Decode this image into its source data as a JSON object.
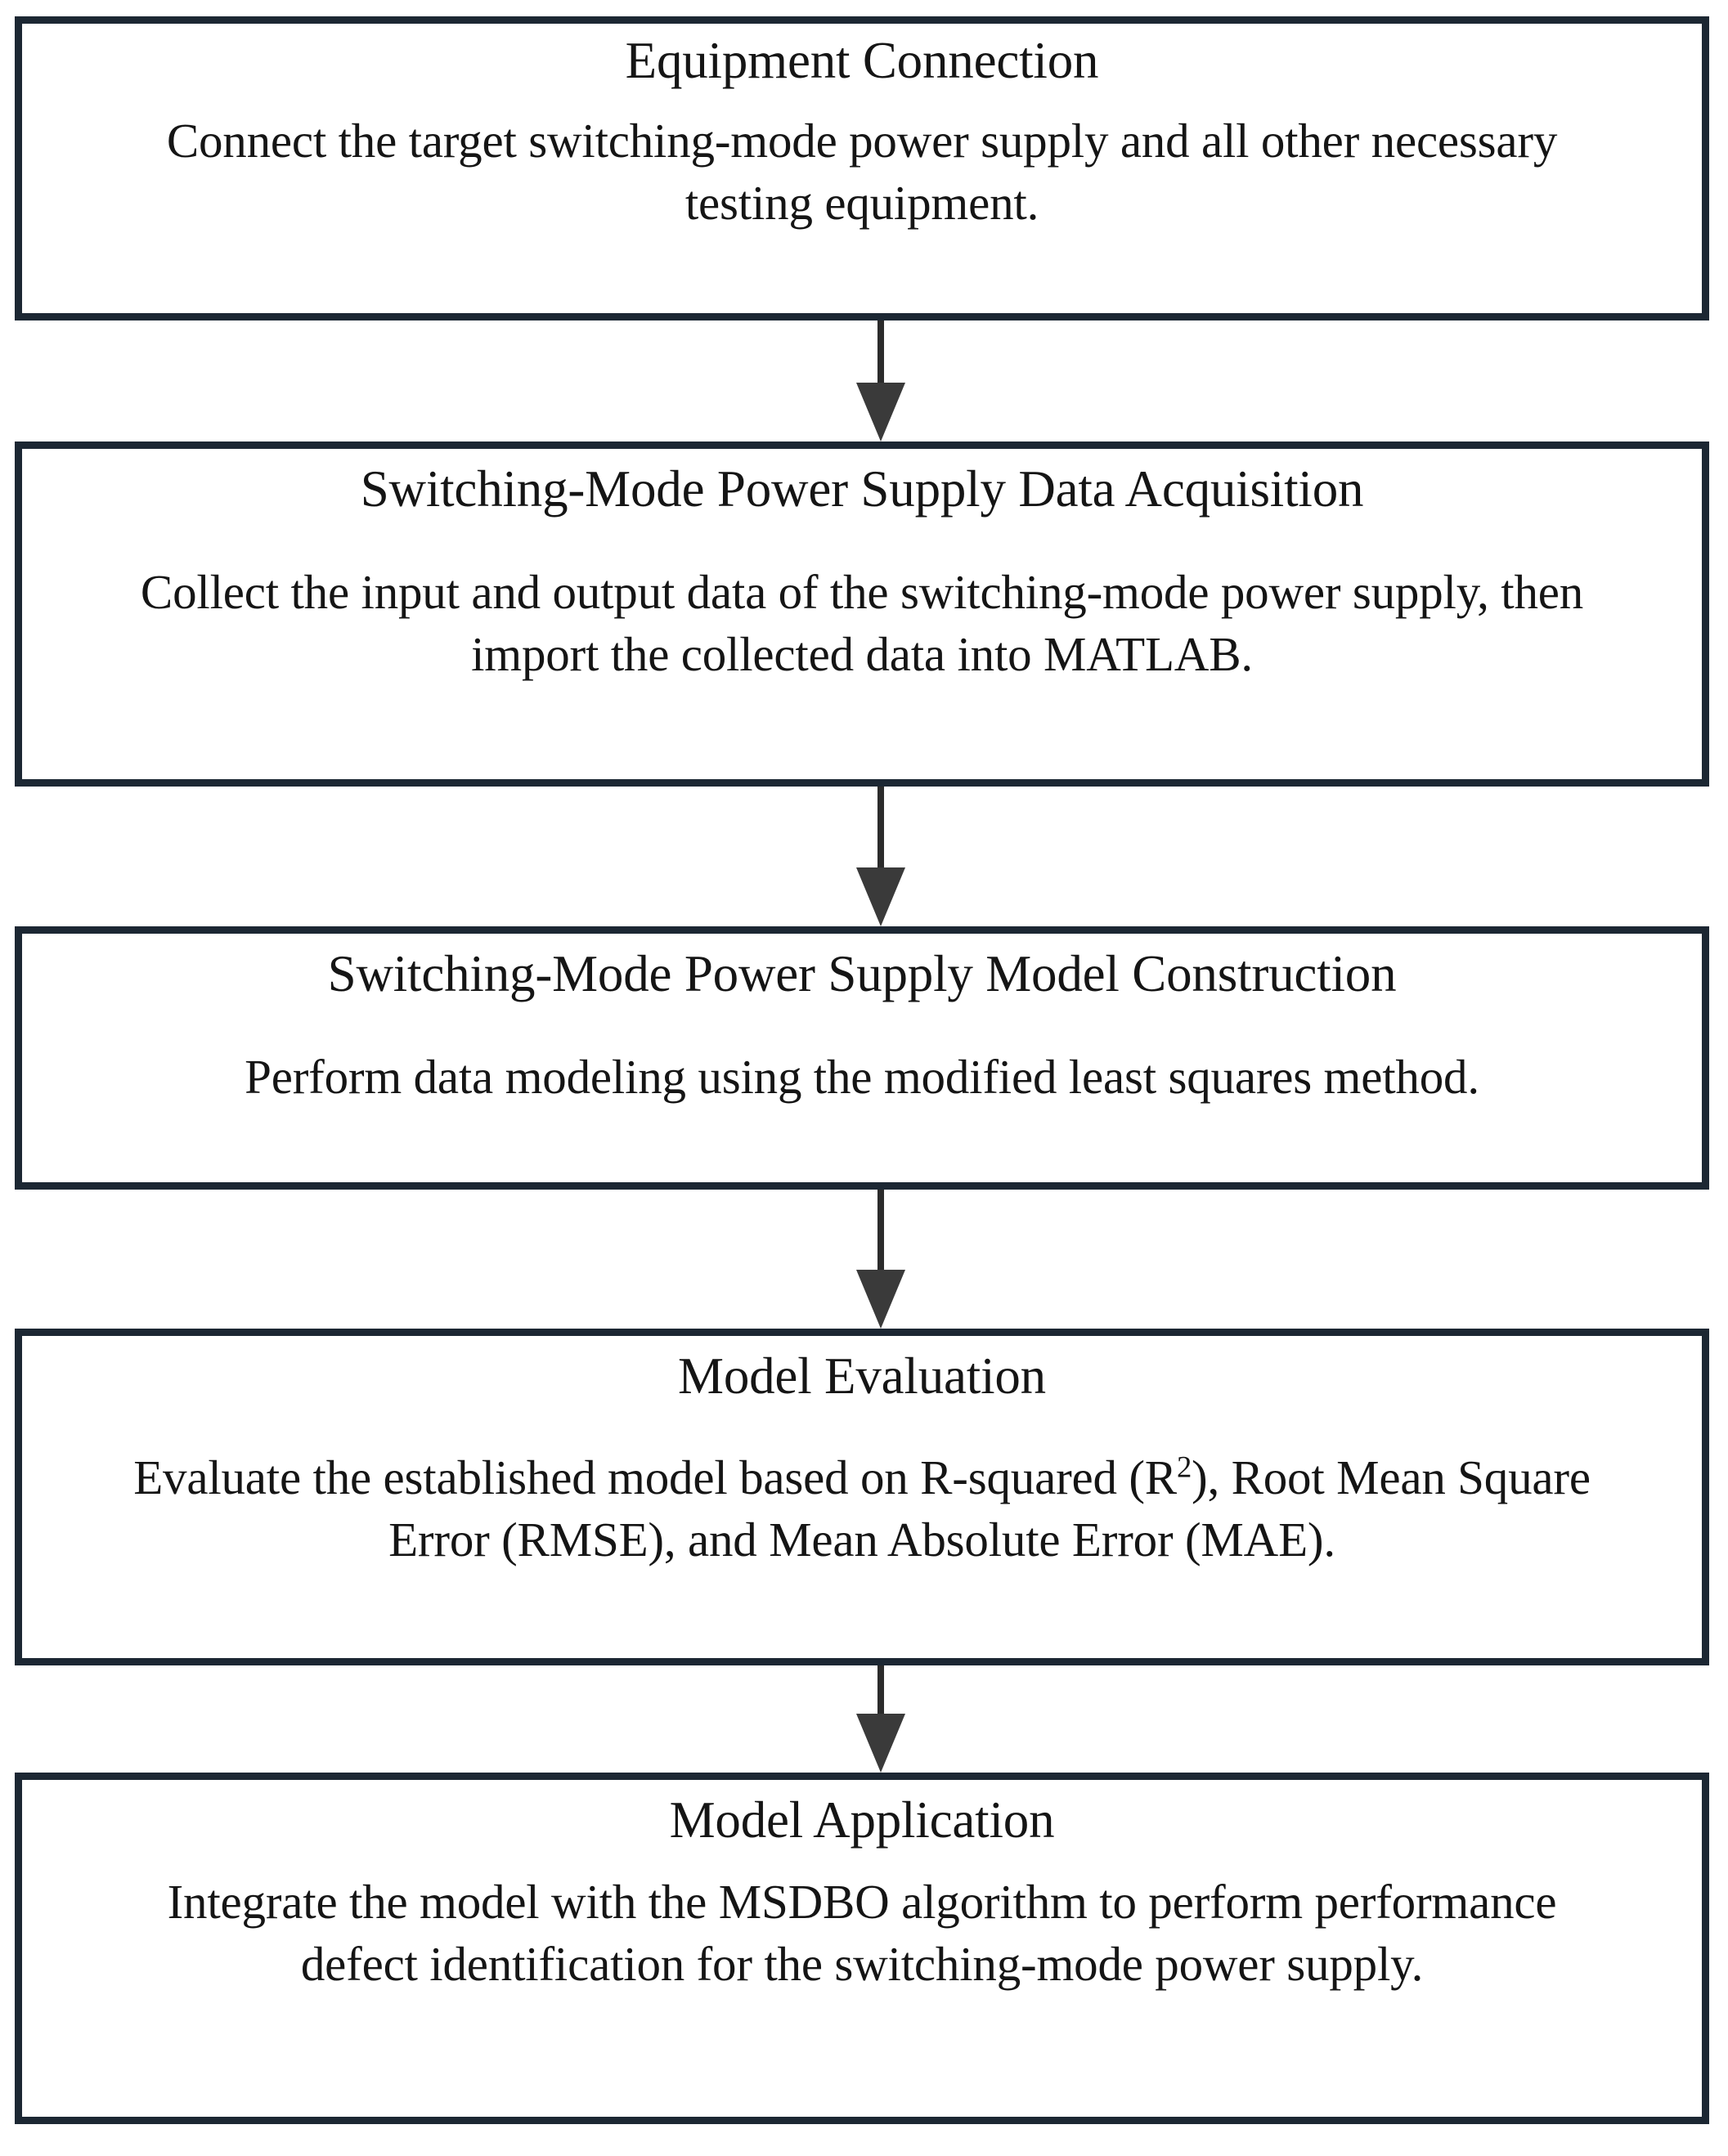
{
  "diagram": {
    "type": "flowchart",
    "orientation": "vertical-top-down",
    "border_color": "#1c2733",
    "arrow_color": "#3a3a3a",
    "text_color": "#151515",
    "background_color": "#ffffff",
    "nodes": [
      {
        "id": "equipment-connection",
        "title": "Equipment Connection",
        "body": "Connect the target switching-mode power supply and all other necessary testing equipment."
      },
      {
        "id": "data-acquisition",
        "title": "Switching-Mode Power Supply Data Acquisition",
        "body": "Collect the input and output data of the switching-mode power supply, then import the collected data into MATLAB."
      },
      {
        "id": "model-construction",
        "title": "Switching-Mode Power Supply Model Construction",
        "body": "Perform data modeling using the modified least squares method."
      },
      {
        "id": "model-evaluation",
        "title": "Model Evaluation",
        "body_part_1": "Evaluate the established model based on R-squared (R",
        "body_sup": "2",
        "body_part_2": "), Root Mean Square Error (RMSE), and Mean Absolute Error (MAE)."
      },
      {
        "id": "model-application",
        "title": "Model Application",
        "body": "Integrate the model with the MSDBO algorithm to perform performance defect identification for the switching-mode power supply."
      }
    ],
    "connectors": [
      {
        "id": "connector-1",
        "from": "equipment-connection",
        "to": "data-acquisition",
        "icon": "down-arrow-icon"
      },
      {
        "id": "connector-2",
        "from": "data-acquisition",
        "to": "model-construction",
        "icon": "down-arrow-icon"
      },
      {
        "id": "connector-3",
        "from": "model-construction",
        "to": "model-evaluation",
        "icon": "down-arrow-icon"
      },
      {
        "id": "connector-4",
        "from": "model-evaluation",
        "to": "model-application",
        "icon": "down-arrow-icon"
      }
    ]
  }
}
